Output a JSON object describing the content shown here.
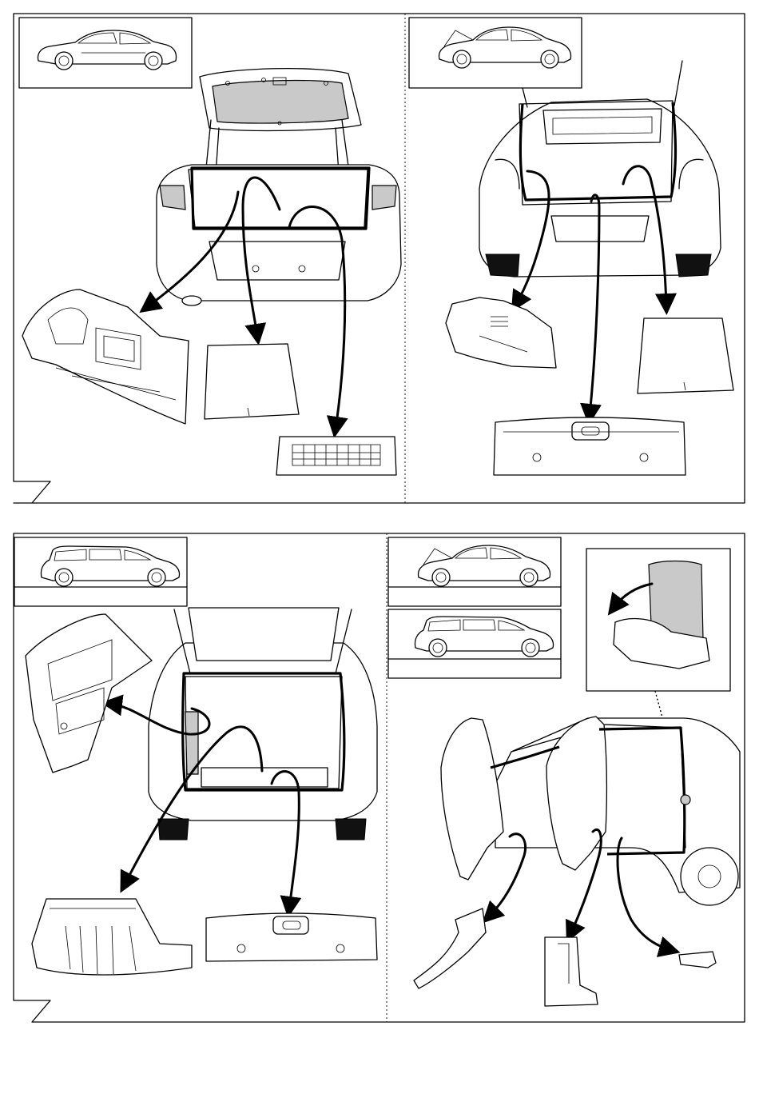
{
  "panels": [
    {
      "id": "sedan-trunk",
      "variant_icon": "sedan-car-icon"
    },
    {
      "id": "hatchback-trunk",
      "variant_icon": "hatchback-car-icon"
    },
    {
      "id": "estate-trunk",
      "variant_icon": "estate-car-icon"
    },
    {
      "id": "door-seals",
      "variant_icons": [
        "hatchback-car-icon",
        "estate-car-icon"
      ]
    }
  ],
  "colors": {
    "line": "#000000",
    "background": "#ffffff",
    "trim_fill": "#c9c9c9"
  }
}
